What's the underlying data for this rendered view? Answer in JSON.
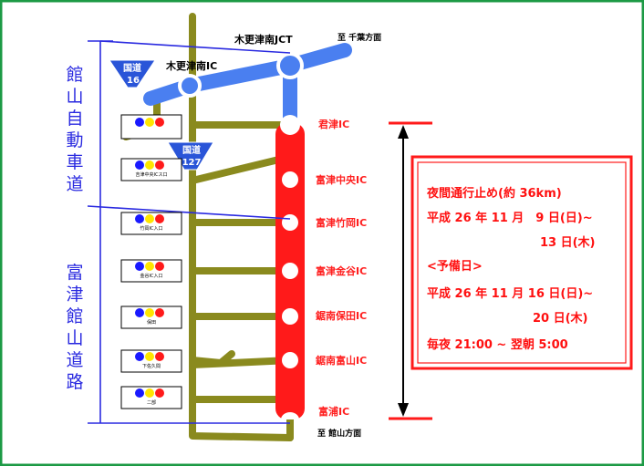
{
  "junction": "木更津南JCT",
  "toward_north": "至 千葉方面",
  "toward_south": "至 館山方面",
  "ic_kisarazu_minami": "木更津南IC",
  "route_badges": [
    {
      "word": "国道",
      "number": "16"
    },
    {
      "word": "国道",
      "number": "127"
    }
  ],
  "road_names": {
    "tateyama_expressway": "館山自動車道",
    "futtsu_tateyama_road": "富津館山道路"
  },
  "interchanges": [
    "君津IC",
    "富津中央IC",
    "富津竹岡IC",
    "富津金谷IC",
    "鋸南保田IC",
    "鋸南富山IC",
    "富浦IC"
  ],
  "signal_labels": [
    "",
    "吉津中央ICス口",
    "竹岡IC入口",
    "金谷IC入口",
    "保田",
    "下佐久間",
    "二部"
  ],
  "closure_info": {
    "line1": "夜間通行止め(約 36km)",
    "line2": "平成 26 年 11 月　9 日(日)~",
    "line3": "13 日(木)",
    "line4": "<予備日>",
    "line5": "平成 26 年 11 月 16 日(日)~",
    "line6": "20 日(木)",
    "line7": "毎夜 21:00 ~ 翌朝 5:00"
  },
  "colors": {
    "frame": "#1c9a45",
    "local_road": "#8a8a1e",
    "expressway_open": "#4a7ff0",
    "closed_section": "#ff1a1a",
    "label_blue": "#2a2ae0",
    "shield": "#2a55d8"
  }
}
